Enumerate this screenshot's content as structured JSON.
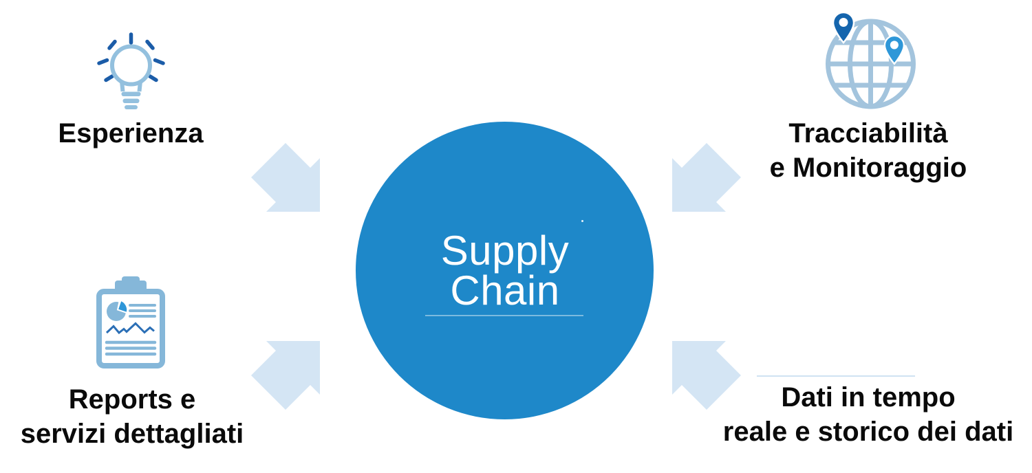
{
  "diagram_title": "Supply Chain",
  "center": {
    "line1": "Supply",
    "line2": "Chain",
    "bg_color": "#1e88c9",
    "text_color": "#ffffff"
  },
  "nodes": {
    "top_left": {
      "label": "Esperienza",
      "icon": "lightbulb-icon"
    },
    "top_right": {
      "line1": "Tracciabilità",
      "line2": "e Monitoraggio",
      "icon": "globe-location-pins-icon"
    },
    "bottom_left": {
      "line1": "Reports e",
      "line2": "servizi dettagliati",
      "icon": "clipboard-report-icon"
    },
    "bottom_right": {
      "line1": "Dati in tempo",
      "line2": "reale e storico dei dati"
    }
  },
  "colors": {
    "background": "#ffffff",
    "circle_blue": "#1e88c9",
    "arrow_light_blue": "#d4e5f4",
    "icon_light_blue": "#93c0de",
    "icon_clipboard_blue": "#85b7d9",
    "icon_globe_blue": "#a3c4dd",
    "icon_medium_blue": "#2e96d8",
    "icon_dark_blue": "#1b5ca8",
    "pin_dark_blue": "#1565ad",
    "line_chart_blue": "#2b6fb6",
    "label_text": "#0a0a0a",
    "divider_light_blue": "#cfe2f2"
  }
}
